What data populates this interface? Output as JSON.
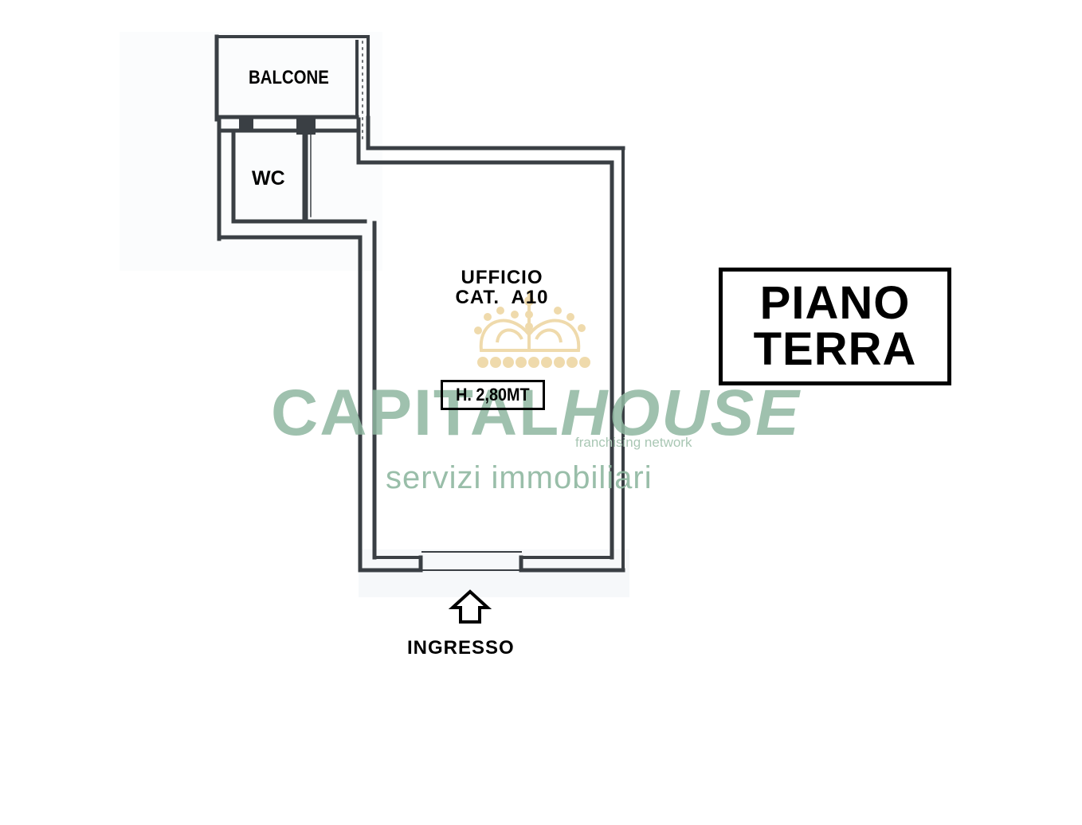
{
  "floor_plan": {
    "floor_label": {
      "line1": "PIANO",
      "line2": "TERRA"
    },
    "rooms": [
      {
        "id": "balcone",
        "label": "BALCONE"
      },
      {
        "id": "wc",
        "label": "WC"
      },
      {
        "id": "ufficio",
        "label_line1": "UFFICIO",
        "label_line2": "CAT.  A10"
      }
    ],
    "ceiling_height": "H. 2,80MT",
    "entrance": {
      "label": "INGRESSO",
      "icon": "arrow-up-outline-icon"
    }
  },
  "watermark": {
    "brand_part1": "CAPITAL",
    "brand_part2": "HOUSE",
    "tagline": "franchising network",
    "subtitle": "servizi immobiliari",
    "logo_icon": "crown-icon",
    "colors": {
      "green": "#8fb7a0",
      "crown": "#efd9a8"
    }
  },
  "colors": {
    "wall": "#3a3f44",
    "background": "#ffffff",
    "text": "#000000"
  }
}
